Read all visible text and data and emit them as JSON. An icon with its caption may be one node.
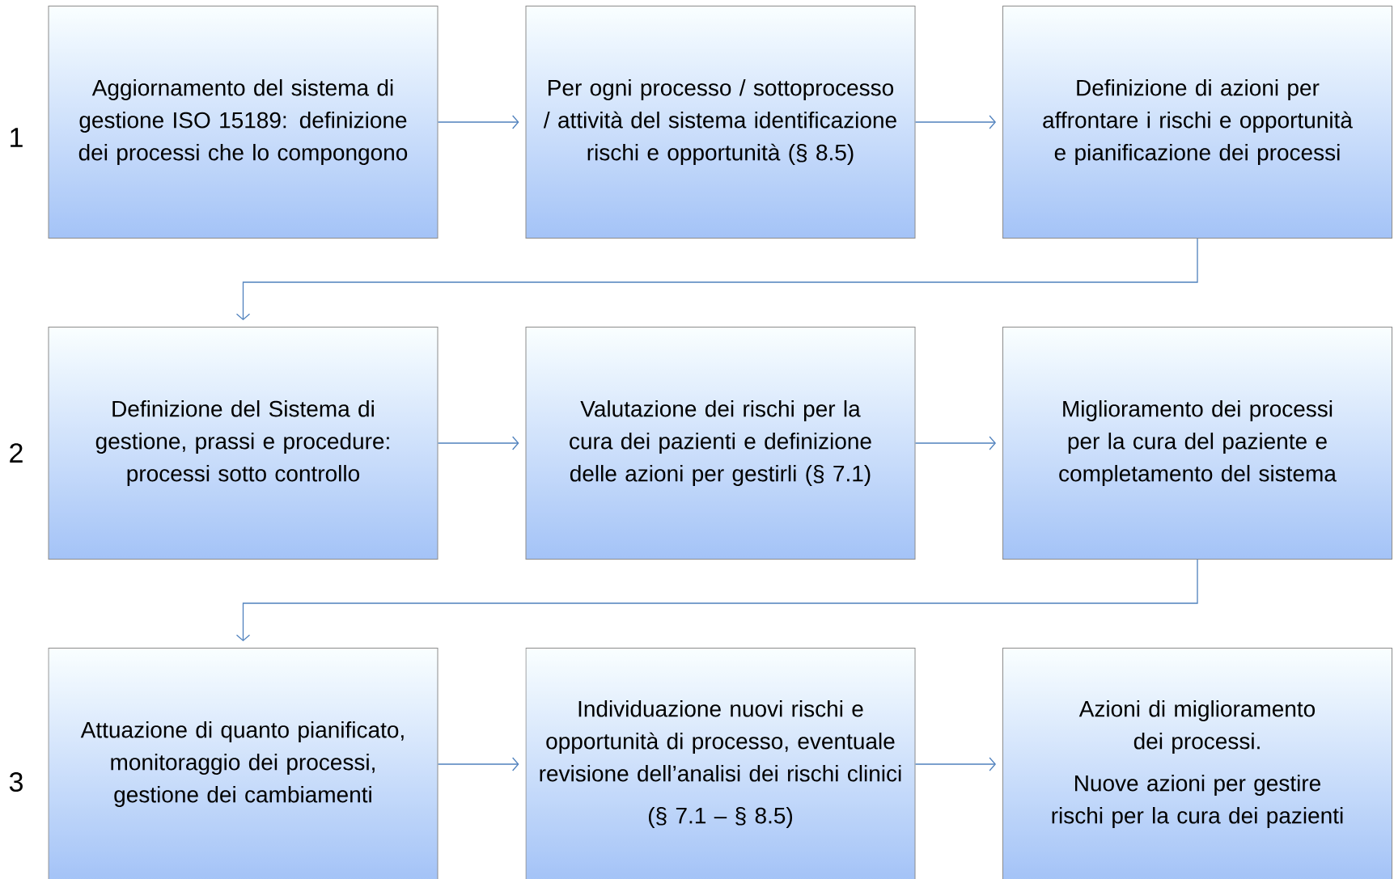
{
  "diagram": {
    "nodes": [
      {
        "text": [
          "Aggiornamento del sistema di gestione ISO 15189: definizione dei processi che lo compongono"
        ]
      },
      {
        "text": [
          "Per ogni processo / sottoprocesso / attività del sistema identificazione rischi e opportunità (§ 8.5)"
        ]
      },
      {
        "text": [
          "Definizione di azioni per affrontare i rischi e opportunità e pianificazione dei processi"
        ]
      },
      {
        "text": [
          "Definizione del Sistema di gestione, prassi e procedure: processi sotto controllo"
        ]
      },
      {
        "text": [
          "Valutazione dei rischi per la cura dei pazienti e definizione delle azioni per gestirli (§ 7.1)"
        ]
      },
      {
        "text": [
          "Miglioramento dei processi per la cura del paziente e completamento del sistema"
        ]
      },
      {
        "text": [
          "Attuazione di quanto pianificato, monitoraggio dei processi, gestione dei cambiamenti"
        ]
      },
      {
        "text": [
          "Individuazione nuovi rischi e opportunità di processo, eventuale revisione dell’analisi dei rischi clinici",
          "(§ 7.1 – § 8.5)"
        ]
      },
      {
        "text": [
          "Azioni di miglioramento dei processi.",
          "Nuove azioni per gestire rischi per la cura dei pazienti"
        ]
      }
    ],
    "edges": [
      {
        "from": 0,
        "to": 1,
        "arrow": "to"
      },
      {
        "from": 1,
        "to": 2,
        "arrow": "to"
      },
      {
        "from": 2,
        "to": 3,
        "arrow": "to"
      },
      {
        "from": 3,
        "to": 4,
        "arrow": "to"
      },
      {
        "from": 4,
        "to": 5,
        "arrow": "to"
      },
      {
        "from": 5,
        "to": 6,
        "arrow": "to"
      },
      {
        "from": 6,
        "to": 7,
        "arrow": "to"
      },
      {
        "from": 7,
        "to": 8,
        "arrow": "to"
      }
    ],
    "labels": [
      "1",
      "2",
      "3"
    ]
  }
}
